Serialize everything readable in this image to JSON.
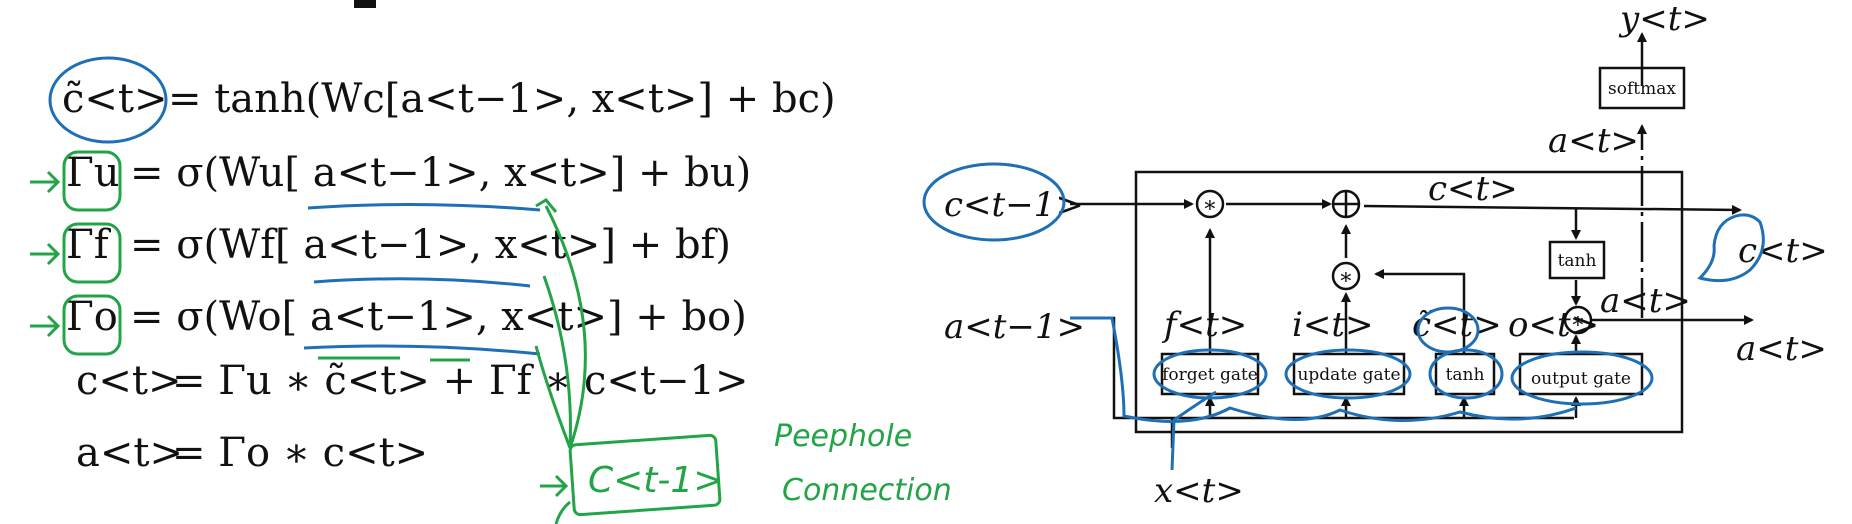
{
  "equations": [
    {
      "lhs": "c̃<t>",
      "rhs": "= tanh(Wc[a<t−1>, x<t>] + bc)"
    },
    {
      "lhs": "Γu",
      "rhs": "= σ(Wu[ a<t−1>, x<t>] + bu)"
    },
    {
      "lhs": "Γf",
      "rhs": "= σ(Wf[ a<t−1>, x<t>] + bf)"
    },
    {
      "lhs": "Γo",
      "rhs": "= σ(Wo[ a<t−1>, x<t>] + bo)"
    },
    {
      "lhs": "c<t>",
      "rhs": "=  Γu ∗ c̃<t> + Γf ∗ c<t−1>"
    },
    {
      "lhs": "a<t>",
      "rhs": "= Γo ∗ c<t>"
    }
  ],
  "annotations": {
    "peephole_line1": "Peephole",
    "peephole_line2": "Connection",
    "peephole_box": "C<t-1>"
  },
  "diagram": {
    "gates": {
      "forget": "forget gate",
      "update": "update gate",
      "tanh_in": "tanh",
      "output": "output gate",
      "tanh_out": "tanh",
      "softmax": "softmax"
    },
    "gate_labels": {
      "f": "f<t>",
      "i": "i<t>",
      "c_tilde": "c̃<t>",
      "o": "o<t>"
    },
    "signals": {
      "c_prev": "c<t−1>",
      "a_prev": "a<t−1>",
      "x_t": "x<t>",
      "c_t_inner": "c<t>",
      "c_t_out": "c<t>",
      "a_t_top": "a<t>",
      "a_t_inner": "a<t>",
      "a_t_out": "a<t>",
      "y_t": "y<t>"
    },
    "operators": {
      "multiply": "∗",
      "add": "⊕"
    }
  },
  "colors": {
    "ink": "#111111",
    "annotation_blue": "#1f6fb4",
    "annotation_green": "#22a447"
  }
}
